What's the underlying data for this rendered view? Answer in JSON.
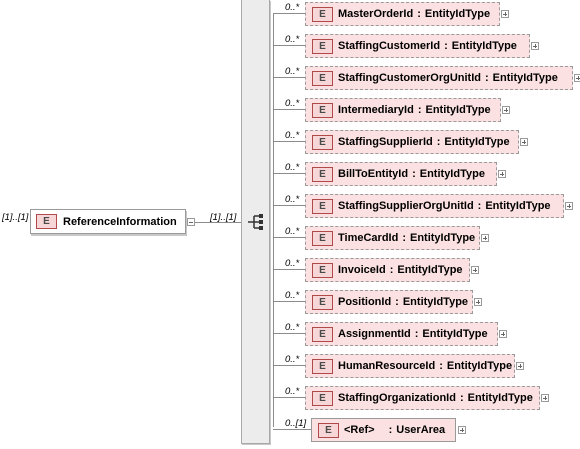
{
  "root": {
    "badge": "E",
    "name": "ReferenceInformation",
    "cardinality": "[1]..[1]",
    "seq_cardinality": "[1]..[1]"
  },
  "children": [
    {
      "badge": "E",
      "name": "MasterOrderId",
      "type": "EntityIdType",
      "cardinality": "0..*"
    },
    {
      "badge": "E",
      "name": "StaffingCustomerId",
      "type": "EntityIdType",
      "cardinality": "0..*"
    },
    {
      "badge": "E",
      "name": "StaffingCustomerOrgUnitId",
      "type": "EntityIdType",
      "cardinality": "0..*"
    },
    {
      "badge": "E",
      "name": "IntermediaryId",
      "type": "EntityIdType",
      "cardinality": "0..*"
    },
    {
      "badge": "E",
      "name": "StaffingSupplierId",
      "type": "EntityIdType",
      "cardinality": "0..*"
    },
    {
      "badge": "E",
      "name": "BillToEntityId",
      "type": "EntityIdType",
      "cardinality": "0..*"
    },
    {
      "badge": "E",
      "name": "StaffingSupplierOrgUnitId",
      "type": "EntityIdType",
      "cardinality": "0..*"
    },
    {
      "badge": "E",
      "name": "TimeCardId",
      "type": "EntityIdType",
      "cardinality": "0..*"
    },
    {
      "badge": "E",
      "name": "InvoiceId",
      "type": "EntityIdType",
      "cardinality": "0..*"
    },
    {
      "badge": "E",
      "name": "PositionId",
      "type": "EntityIdType",
      "cardinality": "0..*"
    },
    {
      "badge": "E",
      "name": "AssignmentId",
      "type": "EntityIdType",
      "cardinality": "0..*"
    },
    {
      "badge": "E",
      "name": "HumanResourceId",
      "type": "EntityIdType",
      "cardinality": "0..*"
    },
    {
      "badge": "E",
      "name": "StaffingOrganizationId",
      "type": "EntityIdType",
      "cardinality": "0..*"
    }
  ],
  "ref_child": {
    "badge": "E",
    "ref": "<Ref>",
    "name": "UserArea",
    "cardinality": "0..[1]"
  },
  "colors": {
    "element_fill": "#fbe1e1",
    "badge_fill": "#f6d6d6",
    "badge_border": "#b04a4a",
    "bar_fill": "#ececec"
  },
  "icons": {
    "sequence": "sequence-compositor-icon",
    "expand": "expand-plus-icon",
    "collapse": "collapse-minus-icon"
  }
}
